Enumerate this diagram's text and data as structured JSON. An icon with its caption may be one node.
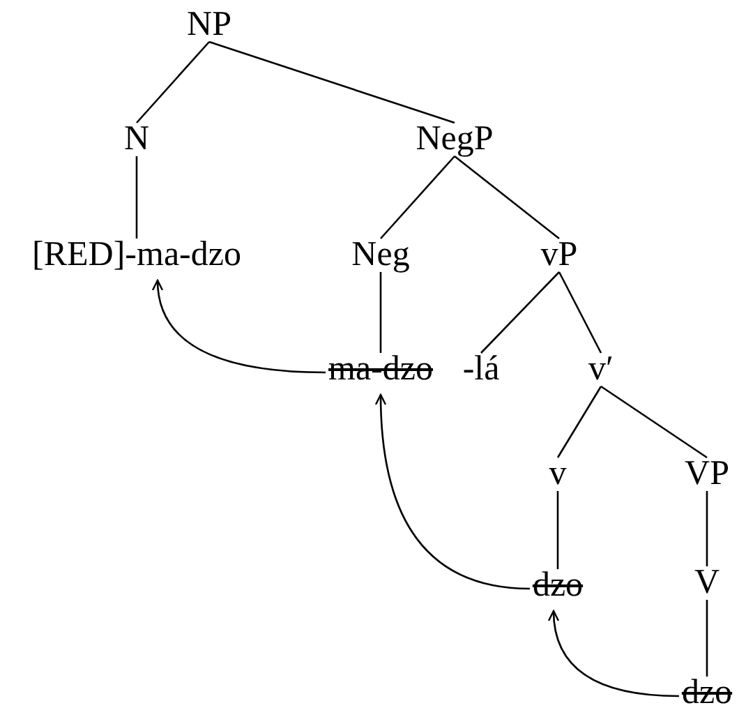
{
  "diagram": {
    "nodes": [
      {
        "text": [
          "NP"
        ]
      },
      {
        "text": [
          "N"
        ]
      },
      {
        "text": [
          "NegP"
        ]
      },
      {
        "text": [
          "[RED]-ma-dzo"
        ]
      },
      {
        "text": [
          "Neg"
        ]
      },
      {
        "text": [
          "vP"
        ]
      },
      {
        "text": [
          "ma-dzo"
        ]
      },
      {
        "text": [
          "-lá"
        ]
      },
      {
        "text": [
          "v′"
        ]
      },
      {
        "text": [
          "v"
        ]
      },
      {
        "text": [
          "dzo"
        ]
      },
      {
        "text": [
          "VP"
        ]
      },
      {
        "text": [
          "V"
        ]
      },
      {
        "text": [
          "dzo"
        ]
      }
    ],
    "edges": [
      {
        "from": 0,
        "to": 1,
        "arrow": "none"
      },
      {
        "from": 0,
        "to": 2,
        "arrow": "none"
      },
      {
        "from": 1,
        "to": 3,
        "arrow": "none"
      },
      {
        "from": 2,
        "to": 4,
        "arrow": "none"
      },
      {
        "from": 2,
        "to": 5,
        "arrow": "none"
      },
      {
        "from": 4,
        "to": 6,
        "arrow": "none"
      },
      {
        "from": 5,
        "to": 7,
        "arrow": "none"
      },
      {
        "from": 5,
        "to": 8,
        "arrow": "none"
      },
      {
        "from": 8,
        "to": 9,
        "arrow": "none"
      },
      {
        "from": 8,
        "to": 11,
        "arrow": "none"
      },
      {
        "from": 9,
        "to": 10,
        "arrow": "none"
      },
      {
        "from": 11,
        "to": 12,
        "arrow": "none"
      },
      {
        "from": 12,
        "to": 13,
        "arrow": "none"
      },
      {
        "from": 6,
        "to": 3,
        "arrow": "to"
      },
      {
        "from": 10,
        "to": 6,
        "arrow": "to"
      },
      {
        "from": 13,
        "to": 10,
        "arrow": "to"
      }
    ]
  }
}
